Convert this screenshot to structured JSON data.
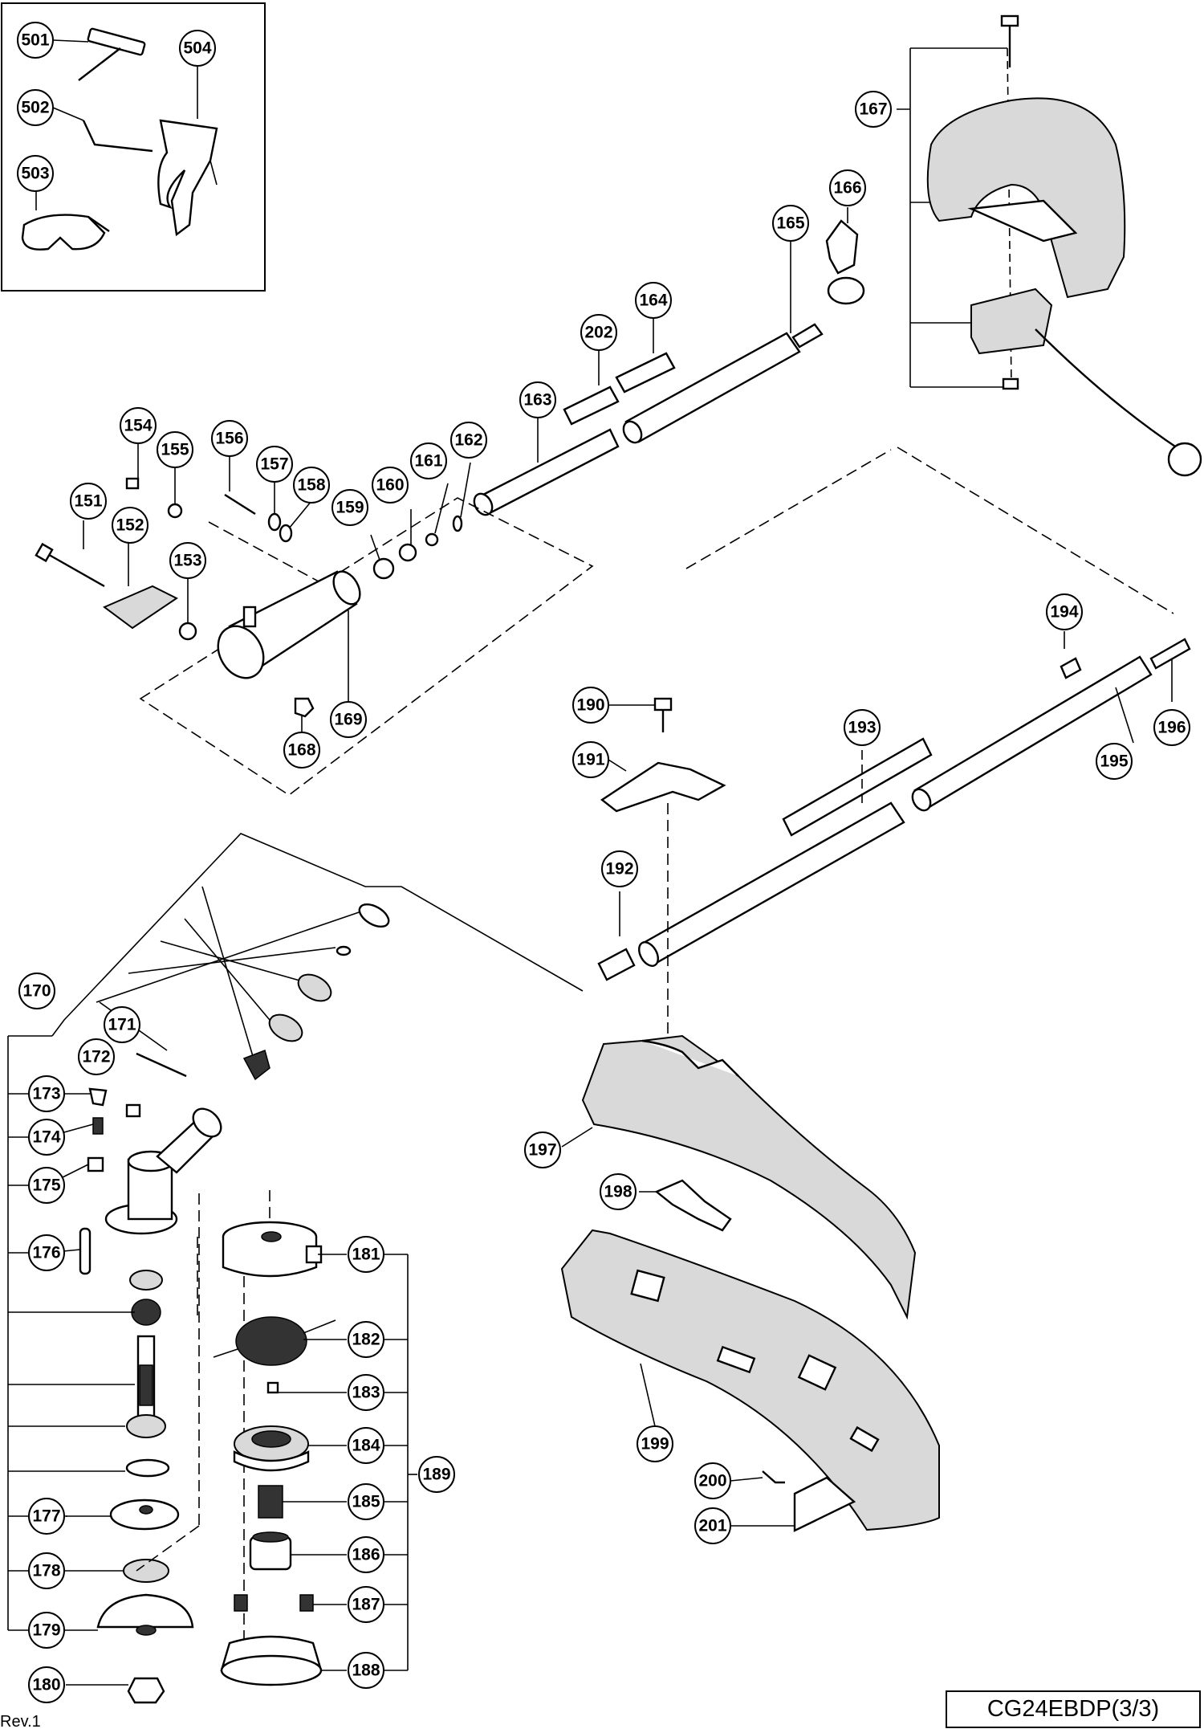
{
  "drawing": {
    "model_label": "CG24EBDP(3/3)",
    "revision": "Rev.1"
  },
  "part_numbers": {
    "p151": "151",
    "p152": "152",
    "p153": "153",
    "p154": "154",
    "p155": "155",
    "p156": "156",
    "p157": "157",
    "p158": "158",
    "p159": "159",
    "p160": "160",
    "p161": "161",
    "p162": "162",
    "p163": "163",
    "p164": "164",
    "p165": "165",
    "p166": "166",
    "p167": "167",
    "p168": "168",
    "p169": "169",
    "p170": "170",
    "p171": "171",
    "p172": "172",
    "p173": "173",
    "p174": "174",
    "p175": "175",
    "p176": "176",
    "p177": "177",
    "p178": "178",
    "p179": "179",
    "p180": "180",
    "p181": "181",
    "p182": "182",
    "p183": "183",
    "p184": "184",
    "p185": "185",
    "p186": "186",
    "p187": "187",
    "p188": "188",
    "p189": "189",
    "p190": "190",
    "p191": "191",
    "p192": "192",
    "p193": "193",
    "p194": "194",
    "p195": "195",
    "p196": "196",
    "p197": "197",
    "p198": "198",
    "p199": "199",
    "p200": "200",
    "p201": "201",
    "p202": "202",
    "p501": "501",
    "p502": "502",
    "p503": "503",
    "p504": "504"
  }
}
